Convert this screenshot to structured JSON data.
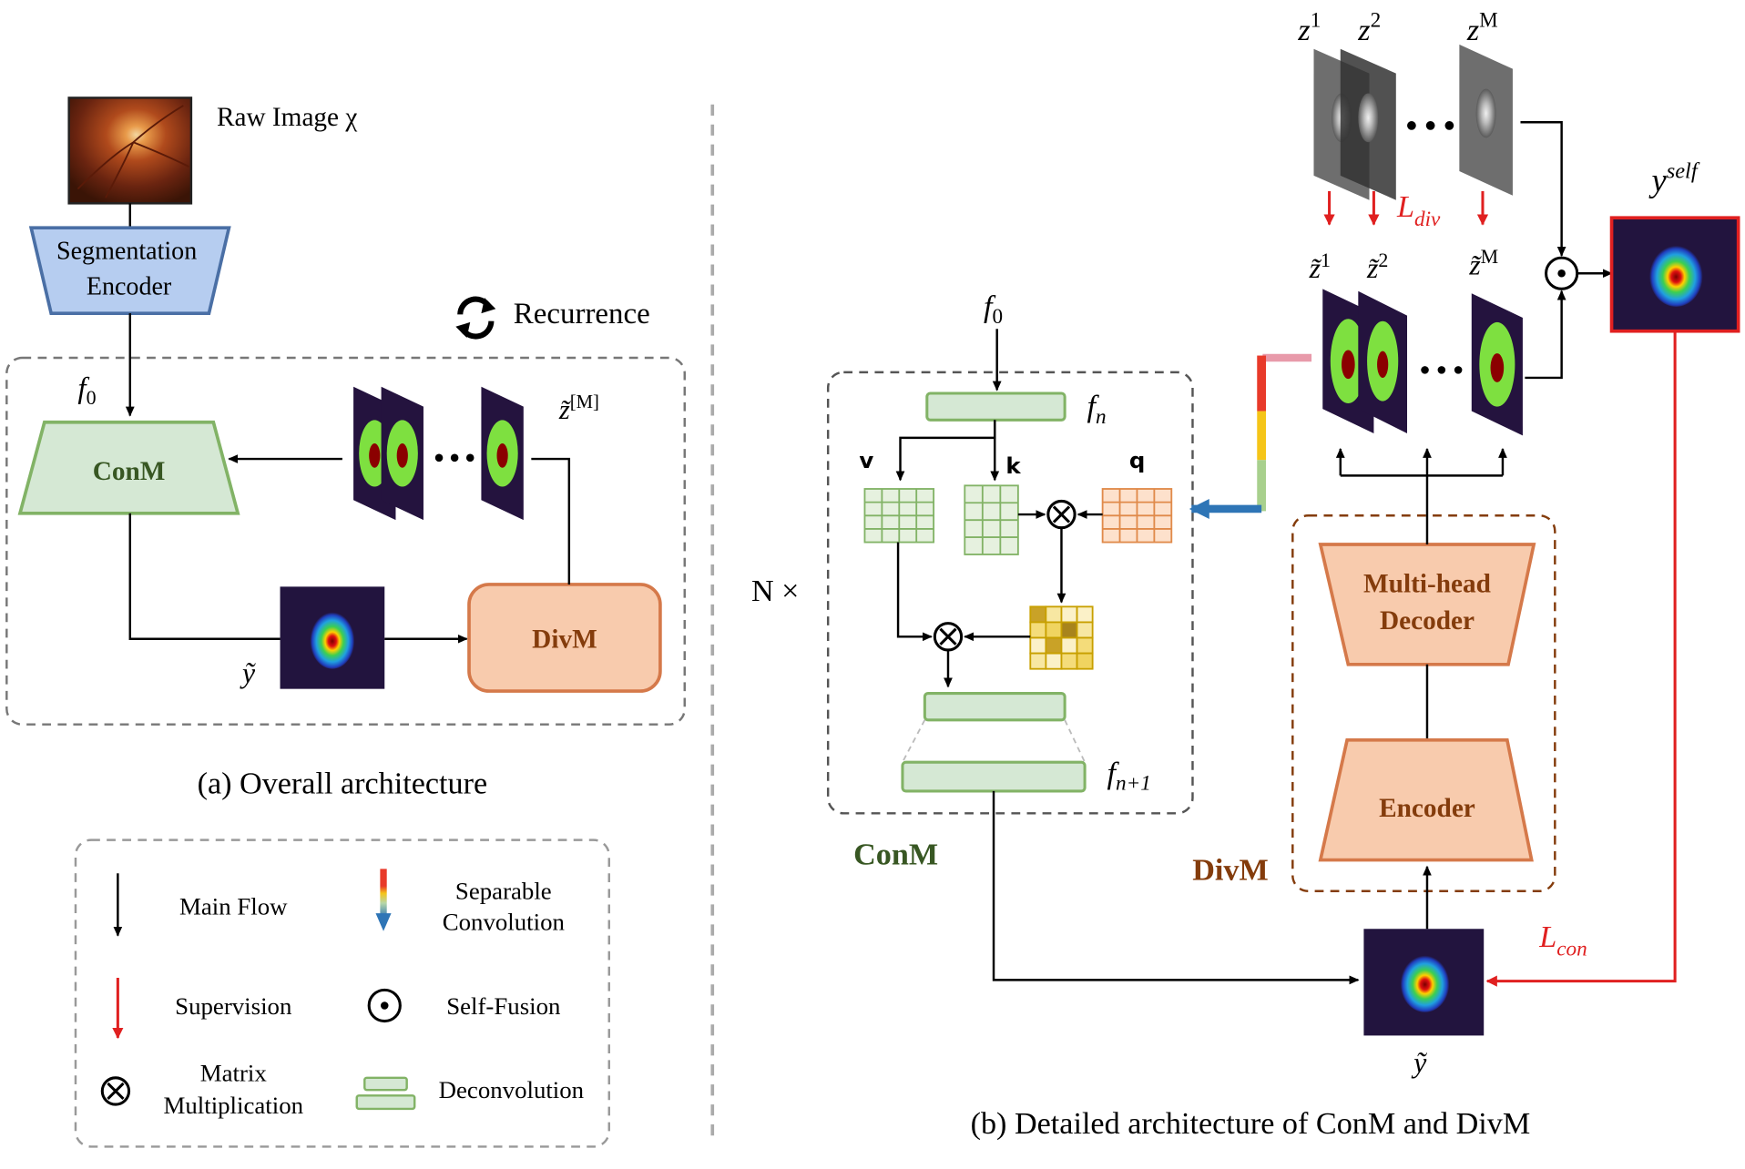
{
  "panel_a": {
    "raw_image_label": "Raw Image χ",
    "encoder_line1": "Segmentation",
    "encoder_line2": "Encoder",
    "recurrence_label": "Recurrence",
    "f0_label": "f",
    "f0_sub": "0",
    "conm_label": "ConM",
    "divm_label": "DivM",
    "ztilde_label": "z̃",
    "ztilde_sup": "[M]",
    "ytilde_label": "ỹ",
    "caption": "(a) Overall architecture"
  },
  "legend": {
    "main_flow": "Main Flow",
    "separable_line1": "Separable",
    "separable_line2": "Convolution",
    "supervision": "Supervision",
    "self_fusion": "Self-Fusion",
    "matrix_line1": "Matrix",
    "matrix_line2": "Multiplication",
    "deconvolution": "Deconvolution"
  },
  "panel_b": {
    "n_times": "N ×",
    "f0_label": "f",
    "f0_sub": "0",
    "fn_label": "f",
    "fn_sub": "n",
    "fn1_label": "f",
    "fn1_sub": "n+1",
    "v_label": "v",
    "k_label": "k",
    "q_label": "q",
    "conm_label": "ConM",
    "divm_label": "DivM",
    "decoder_line1": "Multi-head",
    "decoder_line2": "Decoder",
    "encoder_label": "Encoder",
    "z_label": "z",
    "z1_sup": "1",
    "z2_sup": "2",
    "zM_sup": "M",
    "ldiv_label": "L",
    "ldiv_sub": "div",
    "lcon_label": "L",
    "lcon_sub": "con",
    "yself_label": "y",
    "yself_sup": "self",
    "ytilde_label": "ỹ",
    "caption": "(b) Detailed architecture of ConM and DivM"
  },
  "colors": {
    "green_fill": "#d5e8d4",
    "green_stroke": "#82b366",
    "orange_fill": "#f8cbad",
    "orange_stroke": "#d5794a",
    "blue_fill": "#b6cdf0",
    "blue_stroke": "#4a6fa5",
    "supervision_red": "#e02020",
    "conm_text": "#385723",
    "divm_text": "#843c0c"
  }
}
